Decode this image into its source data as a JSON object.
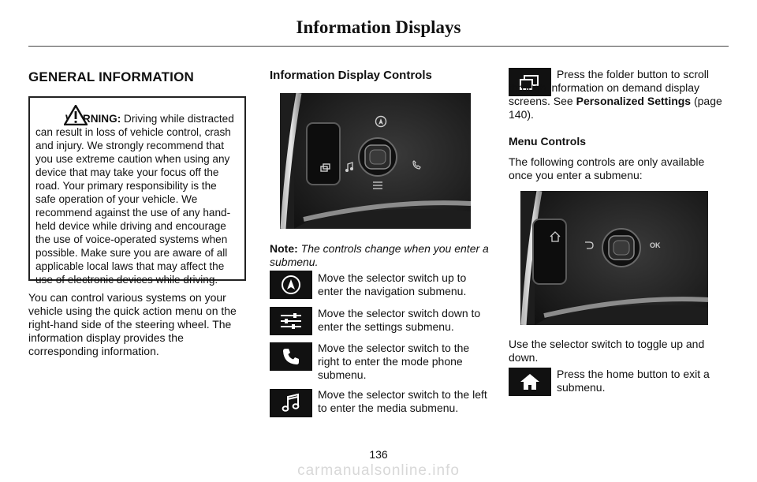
{
  "header": {
    "title": "Information Displays"
  },
  "left": {
    "heading": "GENERAL INFORMATION",
    "warning_label": "WARNING:",
    "warning_text": "Driving while distracted can result in loss of vehicle control, crash and injury. We strongly recommend that you use extreme caution when using any device that may take your focus off the road. Your primary responsibility is the safe operation of your vehicle. We recommend against the use of any hand-held device while driving and encourage the use of voice-operated systems when possible. Make sure you are aware of all applicable local laws that may affect the use of electronic devices while driving.",
    "paragraph": "You can control various systems on your vehicle using the quick action menu on the right-hand side of the steering wheel. The information display provides the corresponding information."
  },
  "middle": {
    "heading": "Information Display Controls",
    "note_label": "Note:",
    "note_text": "The controls change when you enter a submenu.",
    "items": [
      {
        "icon": "navigation-icon",
        "text": "Move the selector switch up to enter the navigation submenu."
      },
      {
        "icon": "settings-sliders-icon",
        "text": "Move the selector switch down to enter the settings submenu."
      },
      {
        "icon": "phone-icon",
        "text": "Move the selector switch to the right to enter the mode phone submenu."
      },
      {
        "icon": "music-note-icon",
        "text": "Move the selector switch to the left to enter the media submenu."
      }
    ]
  },
  "right": {
    "folder_text": "Press the folder button to scroll through information on demand display screens.  See",
    "folder_link": "Personalized Settings",
    "folder_page": "(page 140).",
    "menu_heading": "Menu Controls",
    "menu_intro": "The following controls are only available once you enter a submenu:",
    "ok_label": "OK",
    "toggle_text": "Use the selector switch to toggle up and down.",
    "home_text": "Press the home button to exit a submenu."
  },
  "footer": {
    "page_number": "136",
    "watermark": "carmanualsonline.info"
  },
  "colors": {
    "icon_tile": "#111111",
    "warning_border": "#222222",
    "rule": "#444444"
  }
}
